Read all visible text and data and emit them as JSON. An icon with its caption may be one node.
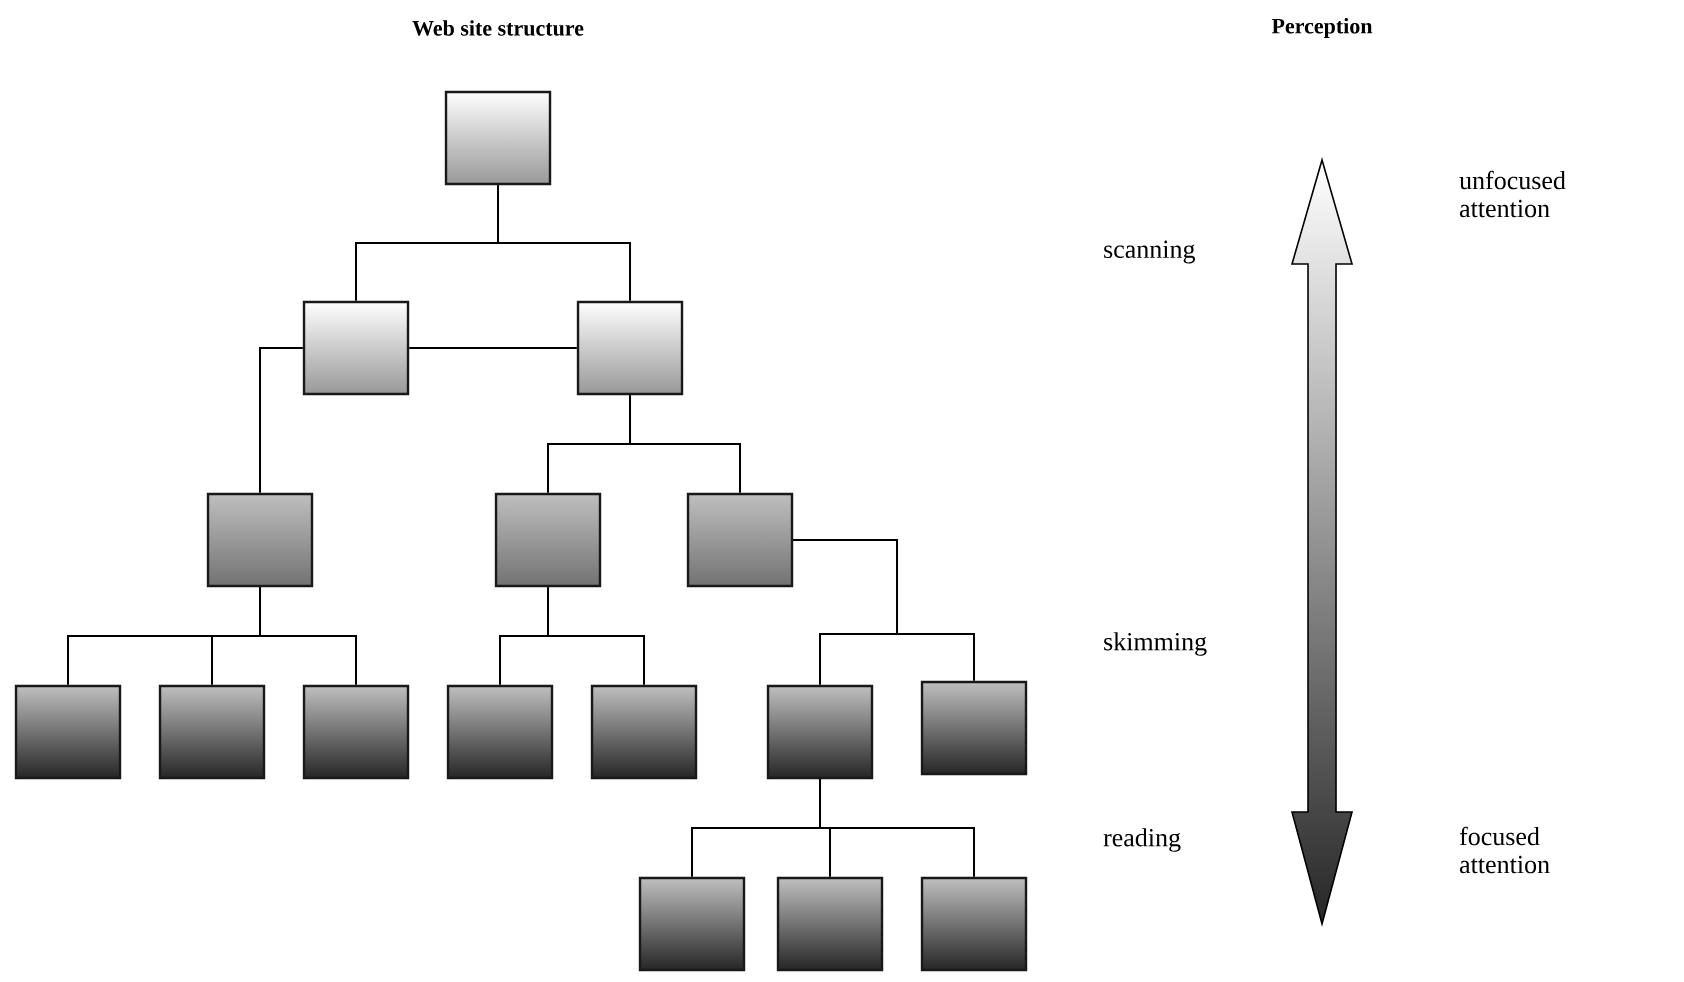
{
  "diagram": {
    "title": "Web site structure",
    "nodes": [
      {
        "text": [],
        "shape": "box"
      },
      {
        "text": [],
        "shape": "box"
      },
      {
        "text": [],
        "shape": "box"
      },
      {
        "text": [],
        "shape": "box"
      },
      {
        "text": [],
        "shape": "box"
      },
      {
        "text": [],
        "shape": "box"
      },
      {
        "text": [],
        "shape": "box"
      },
      {
        "text": [],
        "shape": "box"
      },
      {
        "text": [],
        "shape": "box"
      },
      {
        "text": [],
        "shape": "box"
      },
      {
        "text": [],
        "shape": "box"
      },
      {
        "text": [],
        "shape": "box"
      },
      {
        "text": [],
        "shape": "box"
      },
      {
        "text": [],
        "shape": "box"
      },
      {
        "text": [],
        "shape": "box"
      },
      {
        "text": [],
        "shape": "box"
      }
    ],
    "edges": [
      {
        "from": 0,
        "to": 1,
        "arrow": "none"
      },
      {
        "from": 0,
        "to": 2,
        "arrow": "none"
      },
      {
        "from": 1,
        "to": 2,
        "arrow": "none"
      },
      {
        "from": 1,
        "to": 3,
        "arrow": "none"
      },
      {
        "from": 2,
        "to": 4,
        "arrow": "none"
      },
      {
        "from": 2,
        "to": 5,
        "arrow": "none"
      },
      {
        "from": 3,
        "to": 6,
        "arrow": "none"
      },
      {
        "from": 3,
        "to": 7,
        "arrow": "none"
      },
      {
        "from": 3,
        "to": 8,
        "arrow": "none"
      },
      {
        "from": 4,
        "to": 9,
        "arrow": "none"
      },
      {
        "from": 4,
        "to": 10,
        "arrow": "none"
      },
      {
        "from": 5,
        "to": 11,
        "arrow": "none"
      },
      {
        "from": 5,
        "to": 12,
        "arrow": "none"
      },
      {
        "from": 11,
        "to": 13,
        "arrow": "none"
      },
      {
        "from": 11,
        "to": 14,
        "arrow": "none"
      },
      {
        "from": 11,
        "to": 15,
        "arrow": "none"
      }
    ],
    "labels": [
      "Perception",
      "unfocused attention",
      "scanning",
      "skimming",
      "reading",
      "focused attention"
    ]
  }
}
